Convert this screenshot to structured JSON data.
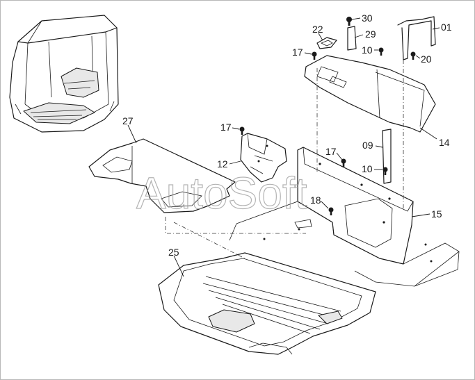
{
  "watermark": "AutoSoft",
  "callouts": {
    "c30": "30",
    "c22": "22",
    "c29": "29",
    "c01": "01",
    "c17a": "17",
    "c10a": "10",
    "c20": "20",
    "c27": "27",
    "c17b": "17",
    "c14": "14",
    "c09": "09",
    "c17c": "17",
    "c12": "12",
    "c10b": "10",
    "c18": "18",
    "c15": "15",
    "c25": "25"
  }
}
